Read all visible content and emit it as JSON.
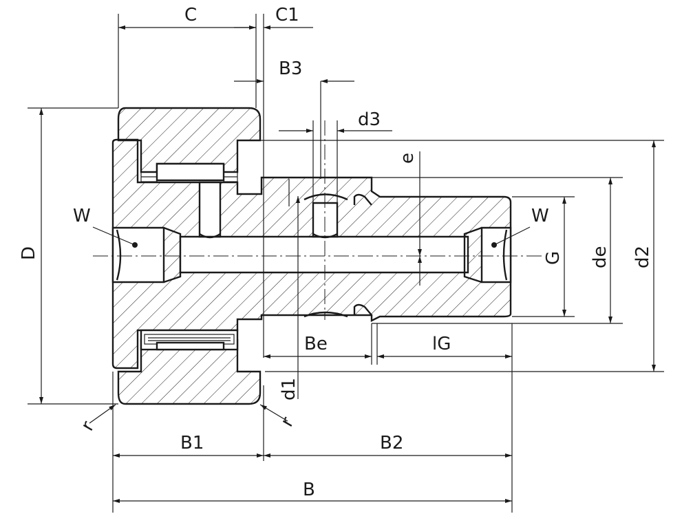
{
  "diagram": {
    "labels": {
      "C": "C",
      "C1": "C1",
      "B3": "B3",
      "d3": "d3",
      "e": "e",
      "D": "D",
      "W_left": "W",
      "W_right": "W",
      "G": "G",
      "de": "de",
      "d2": "d2",
      "Be": "Be",
      "lG": "lG",
      "d1": "d1",
      "r_left": "r",
      "r_right": "r",
      "B1": "B1",
      "B2": "B2",
      "B": "B"
    },
    "colors": {
      "line": "#1a1a1a",
      "background": "#ffffff"
    }
  }
}
